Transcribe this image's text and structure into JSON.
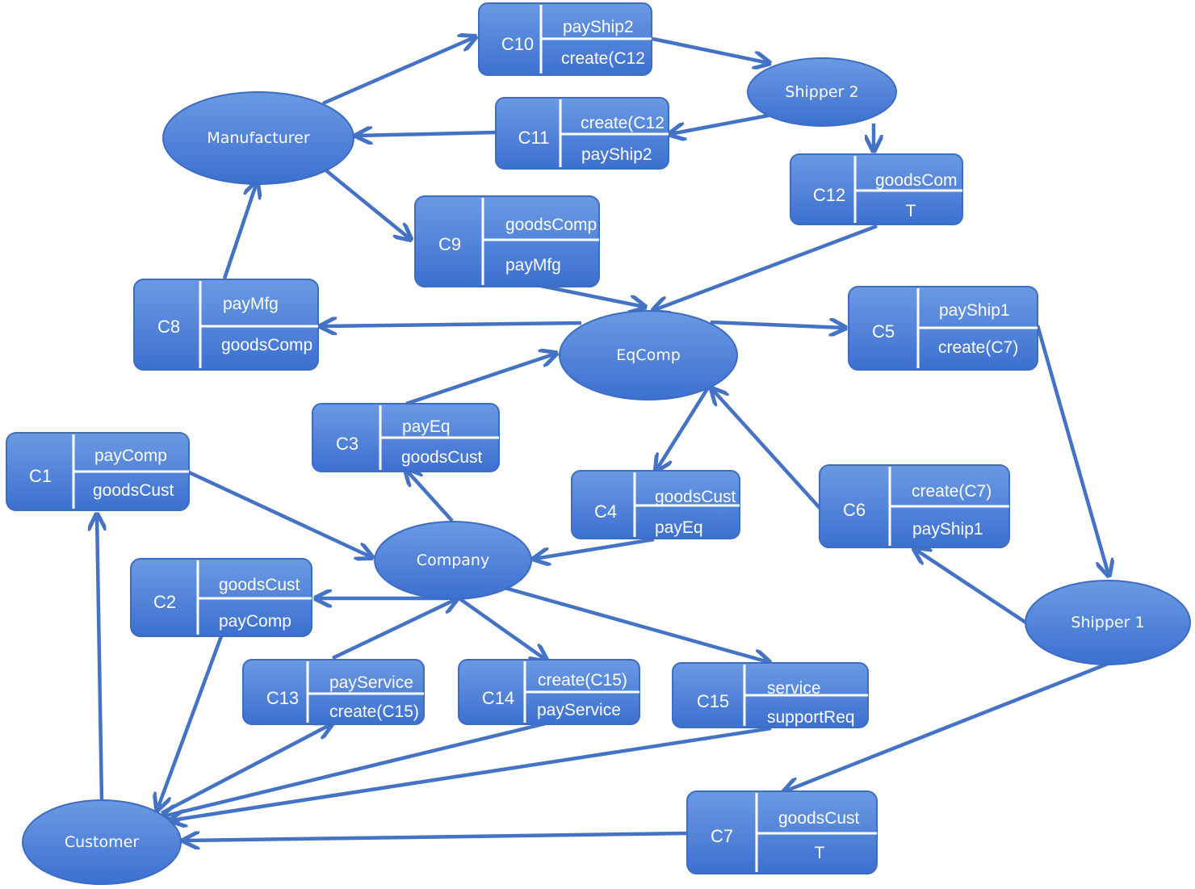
{
  "colors": {
    "fill_top": "#6b9ae3",
    "fill_bottom": "#3c70d0",
    "stroke": "#3d6cc4",
    "arrow": "#4472c4",
    "text": "#ffffff"
  },
  "roles": {
    "manufacturer": "Manufacturer",
    "shipper2": "Shipper 2",
    "eqcomp": "EqComp",
    "company": "Company",
    "shipper1": "Shipper 1",
    "customer": "Customer"
  },
  "commitments": {
    "c1": {
      "id": "C1",
      "top": "payComp",
      "bottom": "goodsCust"
    },
    "c2": {
      "id": "C2",
      "top": "goodsCust",
      "bottom": "payComp"
    },
    "c3": {
      "id": "C3",
      "top": "payEq",
      "bottom": "goodsCust"
    },
    "c4": {
      "id": "C4",
      "top": "goodsCust",
      "bottom": "payEq"
    },
    "c5": {
      "id": "C5",
      "top": "payShip1",
      "bottom": "create(C7)"
    },
    "c6": {
      "id": "C6",
      "top": "create(C7)",
      "bottom": "payShip1"
    },
    "c7": {
      "id": "C7",
      "top": "goodsCust",
      "bottom": "T"
    },
    "c8": {
      "id": "C8",
      "top": "payMfg",
      "bottom": "goodsComp"
    },
    "c9": {
      "id": "C9",
      "top": "goodsComp",
      "bottom": "payMfg"
    },
    "c10": {
      "id": "C10",
      "top": "payShip2",
      "bottom": "create(C12"
    },
    "c11": {
      "id": "C11",
      "top": "create(C12",
      "bottom": "payShip2"
    },
    "c12": {
      "id": "C12",
      "top": "goodsCom",
      "bottom": "T"
    },
    "c13": {
      "id": "C13",
      "top": "payService",
      "bottom": "create(C15)"
    },
    "c14": {
      "id": "C14",
      "top": "create(C15)",
      "bottom": "payService"
    },
    "c15": {
      "id": "C15",
      "top": "service",
      "bottom": "supportReq"
    }
  }
}
